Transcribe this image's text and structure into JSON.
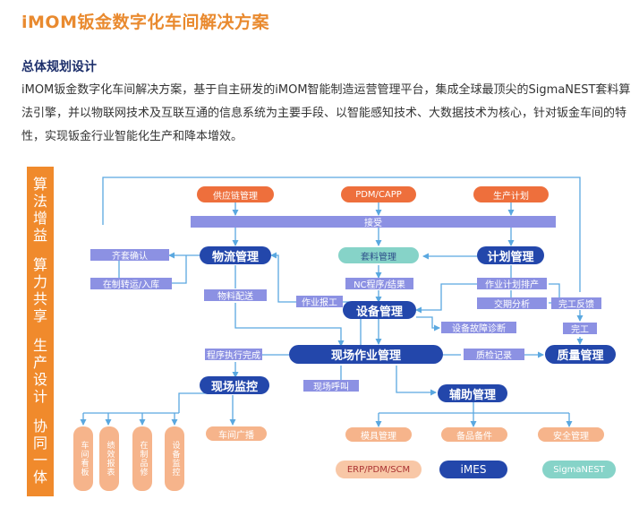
{
  "header": {
    "title": "iMOM钣金数字化车间解决方案",
    "subtitle": "总体规划设计",
    "paragraph": "iMOM钣金数字化车间解决方案，基于自主研发的iMOM智能制造运营管理平台，集成全球最顶尖的SigmaNEST套料算法引擎，并以物联网技术及互联互通的信息系统为主要手段、以智能感知技术、大数据技术为核心，针对钣金车间的特性，实现钣金行业智能化生产和降本增效。"
  },
  "sidebar": {
    "groups": [
      [
        "算",
        "法",
        "增",
        "益"
      ],
      [
        "算",
        "力",
        "共",
        "享"
      ],
      [
        "生",
        "产",
        "设",
        "计"
      ],
      [
        "协",
        "同",
        "一",
        "体"
      ]
    ]
  },
  "diagram": {
    "sources": [
      "供应链管理",
      "PDM/CAPP",
      "生产计划"
    ],
    "receive": "接受",
    "modules": {
      "logistics": "物流管理",
      "nesting": "套料管理",
      "plan": "计划管理",
      "equipment": "设备管理",
      "site_ops": "现场作业管理",
      "quality": "质量管理",
      "site_monitor": "现场监控",
      "aux": "辅助管理"
    },
    "labels": {
      "kit_confirm": "齐套确认",
      "wip_transfer": "在制转运/入库",
      "material_delivery": "物料配送",
      "work_report": "作业报工",
      "nc_program": "NC程序/结果",
      "plan_schedule": "作业计划排产",
      "delivery_analysis": "交期分析",
      "finish_feedback": "完工反馈",
      "finish": "完工",
      "fault_diag": "设备故障诊断",
      "process_done": "程序执行完成",
      "qc_record": "质检记录",
      "site_call": "现场呼叫"
    },
    "monitor_items": [
      "车间看板",
      "绩效报表",
      "在制品修",
      "设备监控"
    ],
    "broadcast": "车间广播",
    "aux_items": [
      "模具管理",
      "备品备件",
      "安全管理"
    ],
    "outputs": [
      "ERP/PDM/SCM",
      "iMES",
      "SigmaNEST"
    ]
  }
}
